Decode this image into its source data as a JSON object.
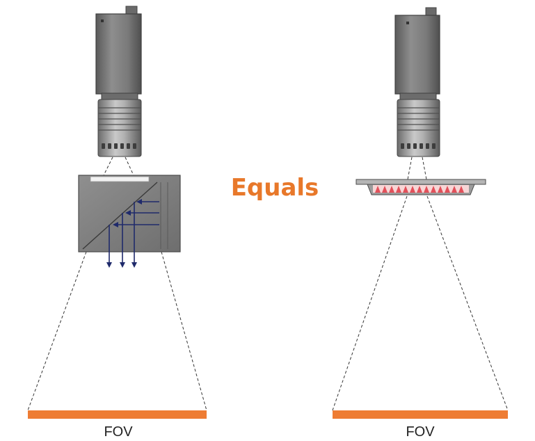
{
  "center_label": "Equals",
  "left_setup": {
    "fov_label": "FOV"
  },
  "right_setup": {
    "fov_label": "FOV"
  },
  "colors": {
    "accent": "#e8782a",
    "fov_bar": "#ee7c33",
    "camera_body": "#7d7d7d",
    "camera_dark": "#5e5e5e",
    "beam_arrows": "#1f2a6b",
    "led": "#e2505a"
  },
  "icons": [
    "camera-icon",
    "beam-splitter-icon",
    "ring-light-icon",
    "arrow-down-icon",
    "arrow-left-icon"
  ]
}
